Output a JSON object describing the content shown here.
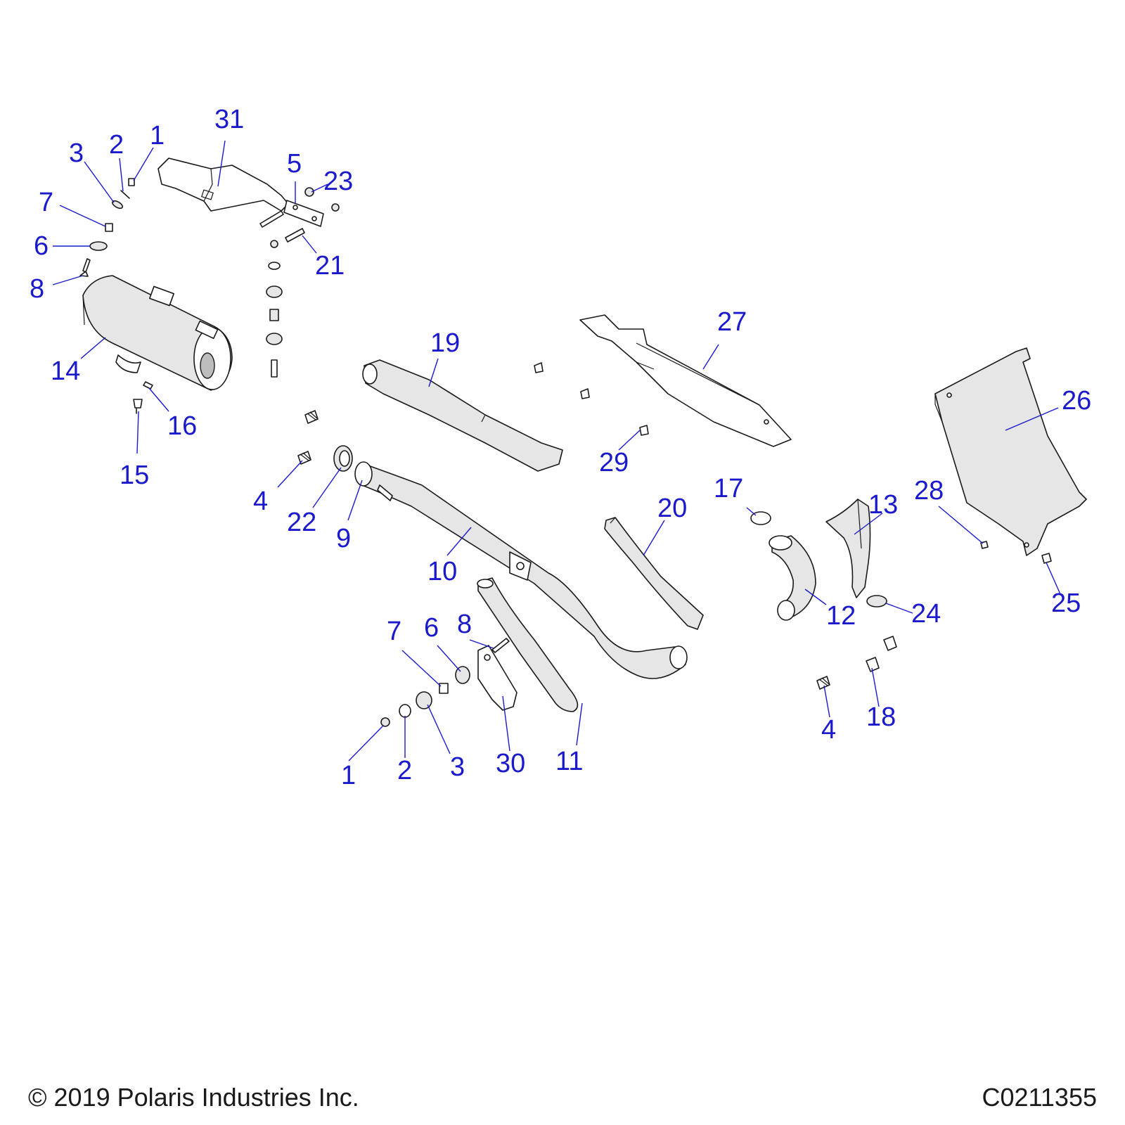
{
  "copyright": "© 2019 Polaris Industries Inc.",
  "drawing_number": "C0211355",
  "callouts": [
    "31",
    "1",
    "2",
    "3",
    "7",
    "6",
    "8",
    "14",
    "16",
    "15",
    "5",
    "23",
    "21",
    "19",
    "27",
    "26",
    "29",
    "4",
    "22",
    "9",
    "10",
    "20",
    "17",
    "13",
    "28",
    "12",
    "24",
    "25",
    "18",
    "4",
    "11",
    "30",
    "3",
    "2",
    "1",
    "7",
    "6",
    "8"
  ]
}
